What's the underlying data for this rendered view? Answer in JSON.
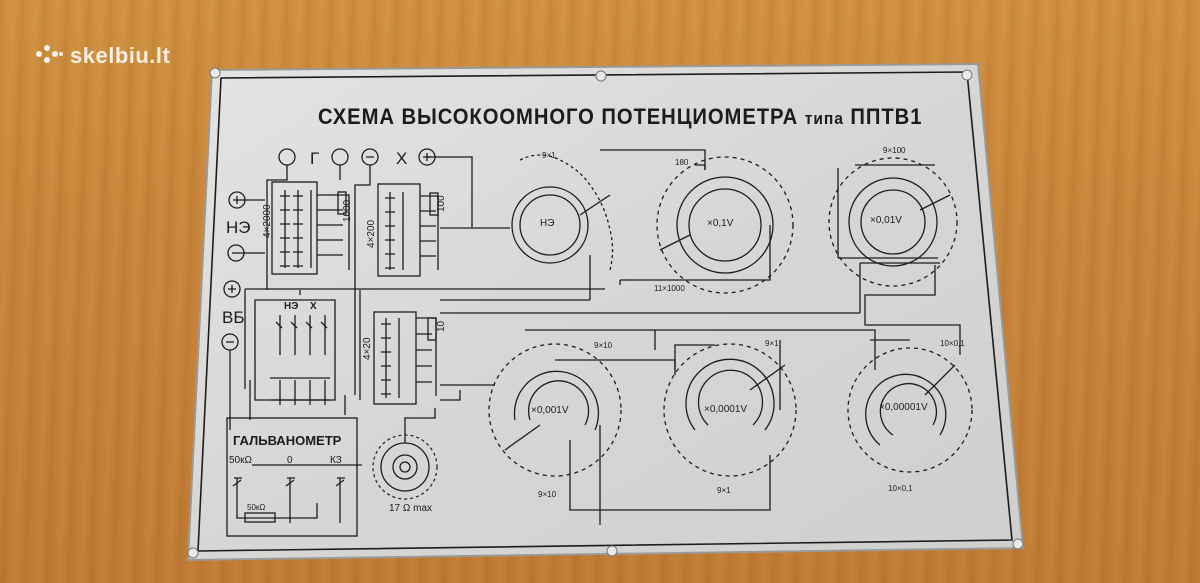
{
  "watermark": "skelbiu.lt",
  "title": {
    "main": "СХЕМА ВЫСОКООМНОГО ПОТЕНЦИОМЕТРА",
    "type_word": "типа",
    "model": "ППТВ1"
  },
  "terminals": {
    "g": "Г",
    "x": "Х",
    "ne": "НЭ",
    "vb": "ВБ"
  },
  "resistor_banks": {
    "bank1": "4×2000",
    "bank1_total": "1000",
    "bank2": "4×200",
    "bank2_total": "100",
    "bank3": "4×20",
    "bank3_total": "10"
  },
  "switch": {
    "ne": "НЭ",
    "x": "Х"
  },
  "galvanometer": {
    "title": "ГАЛЬВАНОМЕТР",
    "left": "50кΩ",
    "center": "0",
    "right": "КЗ",
    "resistor": "50кΩ"
  },
  "rheostat": "17 Ω max",
  "dials": [
    {
      "center": "НЭ",
      "top": "9×1",
      "bottom": ""
    },
    {
      "center": "×0,1V",
      "top": "180",
      "bottom": "11×1000"
    },
    {
      "center": "×0,01V",
      "top": "9×100",
      "bottom": ""
    },
    {
      "center": "×0,001V",
      "top": "9×10",
      "bottom": "9×10"
    },
    {
      "center": "×0,0001V",
      "top": "9×1",
      "bottom": "9×1"
    },
    {
      "center": "×0,00001V",
      "top": "10×0,1",
      "bottom": "10×0,1"
    }
  ]
}
